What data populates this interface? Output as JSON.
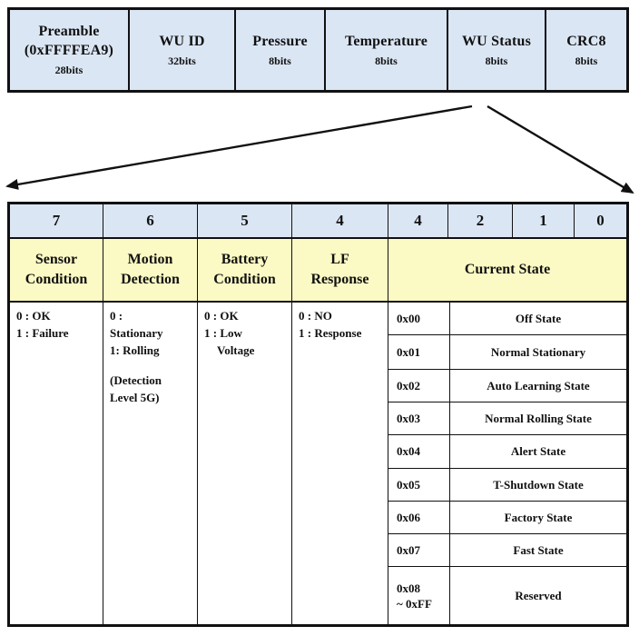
{
  "frame": {
    "fields": [
      {
        "name_lines": [
          "Preamble",
          "(0xFFFFEA9)"
        ],
        "bits": "28bits"
      },
      {
        "name_lines": [
          "WU ID"
        ],
        "bits": "32bits"
      },
      {
        "name_lines": [
          "Pressure"
        ],
        "bits": "8bits"
      },
      {
        "name_lines": [
          "Temperature"
        ],
        "bits": "8bits"
      },
      {
        "name_lines": [
          "WU Status"
        ],
        "bits": "8bits"
      },
      {
        "name_lines": [
          "CRC8"
        ],
        "bits": "8bits"
      }
    ]
  },
  "status": {
    "bit_numbers": [
      "7",
      "6",
      "5",
      "4",
      "4",
      "2",
      "1",
      "0"
    ],
    "headers": [
      {
        "lines": [
          "Sensor",
          "Condition"
        ]
      },
      {
        "lines": [
          "Motion",
          "Detection"
        ]
      },
      {
        "lines": [
          "Battery",
          "Condition"
        ]
      },
      {
        "lines": [
          "LF",
          "Response"
        ]
      },
      {
        "lines": [
          "Current State"
        ]
      }
    ],
    "sensor_condition": [
      "0 : OK",
      "1 : Failure"
    ],
    "motion_detection": [
      "0 :",
      "Stationary",
      "1: Rolling",
      "(Detection",
      "Level 5G)"
    ],
    "battery_condition": [
      "0 : OK",
      "1 : Low",
      "Voltage"
    ],
    "lf_response": [
      "0 : NO",
      "1 : Response"
    ],
    "current_states": [
      {
        "code": [
          "0x00"
        ],
        "label": "Off State"
      },
      {
        "code": [
          "0x01"
        ],
        "label": "Normal Stationary"
      },
      {
        "code": [
          "0x02"
        ],
        "label": "Auto Learning State"
      },
      {
        "code": [
          "0x03"
        ],
        "label": "Normal Rolling State"
      },
      {
        "code": [
          "0x04"
        ],
        "label": "Alert State"
      },
      {
        "code": [
          "0x05"
        ],
        "label": "T-Shutdown State"
      },
      {
        "code": [
          "0x06"
        ],
        "label": "Factory State"
      },
      {
        "code": [
          "0x07"
        ],
        "label": "Fast State"
      },
      {
        "code": [
          "0x08",
          "~ 0xFF"
        ],
        "label": "Reserved"
      }
    ]
  },
  "colors": {
    "frame_fill": "#dbe6f4",
    "header_fill": "#fcfac4",
    "line": "#111111"
  }
}
